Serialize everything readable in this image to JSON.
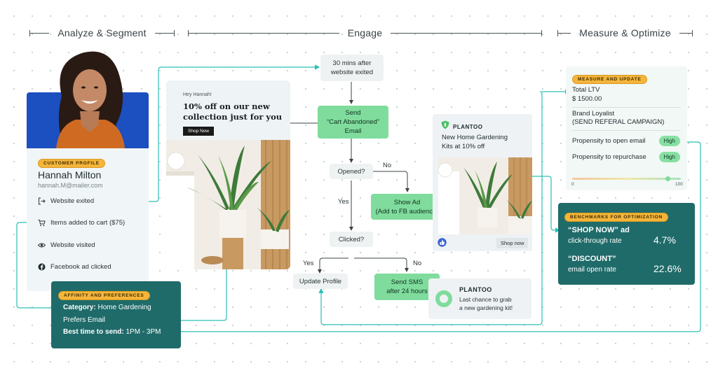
{
  "sections": {
    "analyze": "Analyze & Segment",
    "engage": "Engage",
    "measure": "Measure & Optimize"
  },
  "profile": {
    "badge": "CUSTOMER PROFILE",
    "name": "Hannah Milton",
    "email": "hannah.M@mailer.com",
    "activities": [
      {
        "icon": "exit-icon",
        "label": "Website exited"
      },
      {
        "icon": "cart-icon",
        "label": "Items added to cart ($75)"
      },
      {
        "icon": "eye-icon",
        "label": "Website visited"
      },
      {
        "icon": "facebook-icon",
        "label": "Facebook ad clicked"
      }
    ]
  },
  "affinity": {
    "badge": "AFFINITY AND PREFERENCES",
    "category_key": "Category:",
    "category_val": "Home Gardening",
    "prefers": "Prefers Email",
    "best_time_key": "Best time to send:",
    "best_time_val": "1PM - 3PM"
  },
  "email": {
    "greeting": "Hey Hannah!",
    "headline_1": "10% off on our new",
    "headline_2": "collection just for you",
    "button": "Shop Now"
  },
  "flow": {
    "trigger_1": "30 mins after",
    "trigger_2": "website exited",
    "send_1": "Send",
    "send_2": "“Cart Abandoned”",
    "send_3": "Email",
    "opened": "Opened?",
    "no_1": "No",
    "yes_1": "Yes",
    "show_ad_1": "Show Ad",
    "show_ad_2": "(Add to FB audience)",
    "clicked": "Clicked?",
    "yes_2": "Yes",
    "no_2": "No",
    "update_profile": "Update Profile",
    "sms_1": "Send SMS",
    "sms_2": "after 24 hours"
  },
  "ad": {
    "brand": "PLANTOO",
    "text_1": "New Home Gardening",
    "text_2": "Kits at 10% off",
    "button": "Shop now"
  },
  "sms": {
    "brand": "PLANTOO",
    "text_1": "Last chance to grab",
    "text_2": "a new gardening kit!"
  },
  "measure": {
    "badge": "MEASURE AND UPDATE",
    "ltv_label": "Total LTV",
    "ltv_value": "$ 1500.00",
    "loyal_1": "Brand Loyalist",
    "loyal_2": "(SEND REFERAL CAMPAIGN)",
    "open_label": "Propensity to open email",
    "open_value": "High",
    "repurchase_label": "Propensity to repurchase",
    "repurchase_value": "High",
    "scale_min": "0",
    "scale_max": "100",
    "score": 88
  },
  "benchmarks": {
    "badge": "BENCHMARKS FOR OPTIMIZATION",
    "row1_title": "“SHOP NOW” ad",
    "row1_sub": "click-through rate",
    "row1_value": "4.7%",
    "row2_title": "“DISCOUNT”",
    "row2_sub": "email open rate",
    "row2_value": "22.6%"
  },
  "colors": {
    "accent_teal": "#2bbfb4",
    "dark_teal": "#1f6b6a",
    "green": "#7fdc9d",
    "badge_yellow": "#f5b53b",
    "profile_blue": "#1c4fbf"
  }
}
